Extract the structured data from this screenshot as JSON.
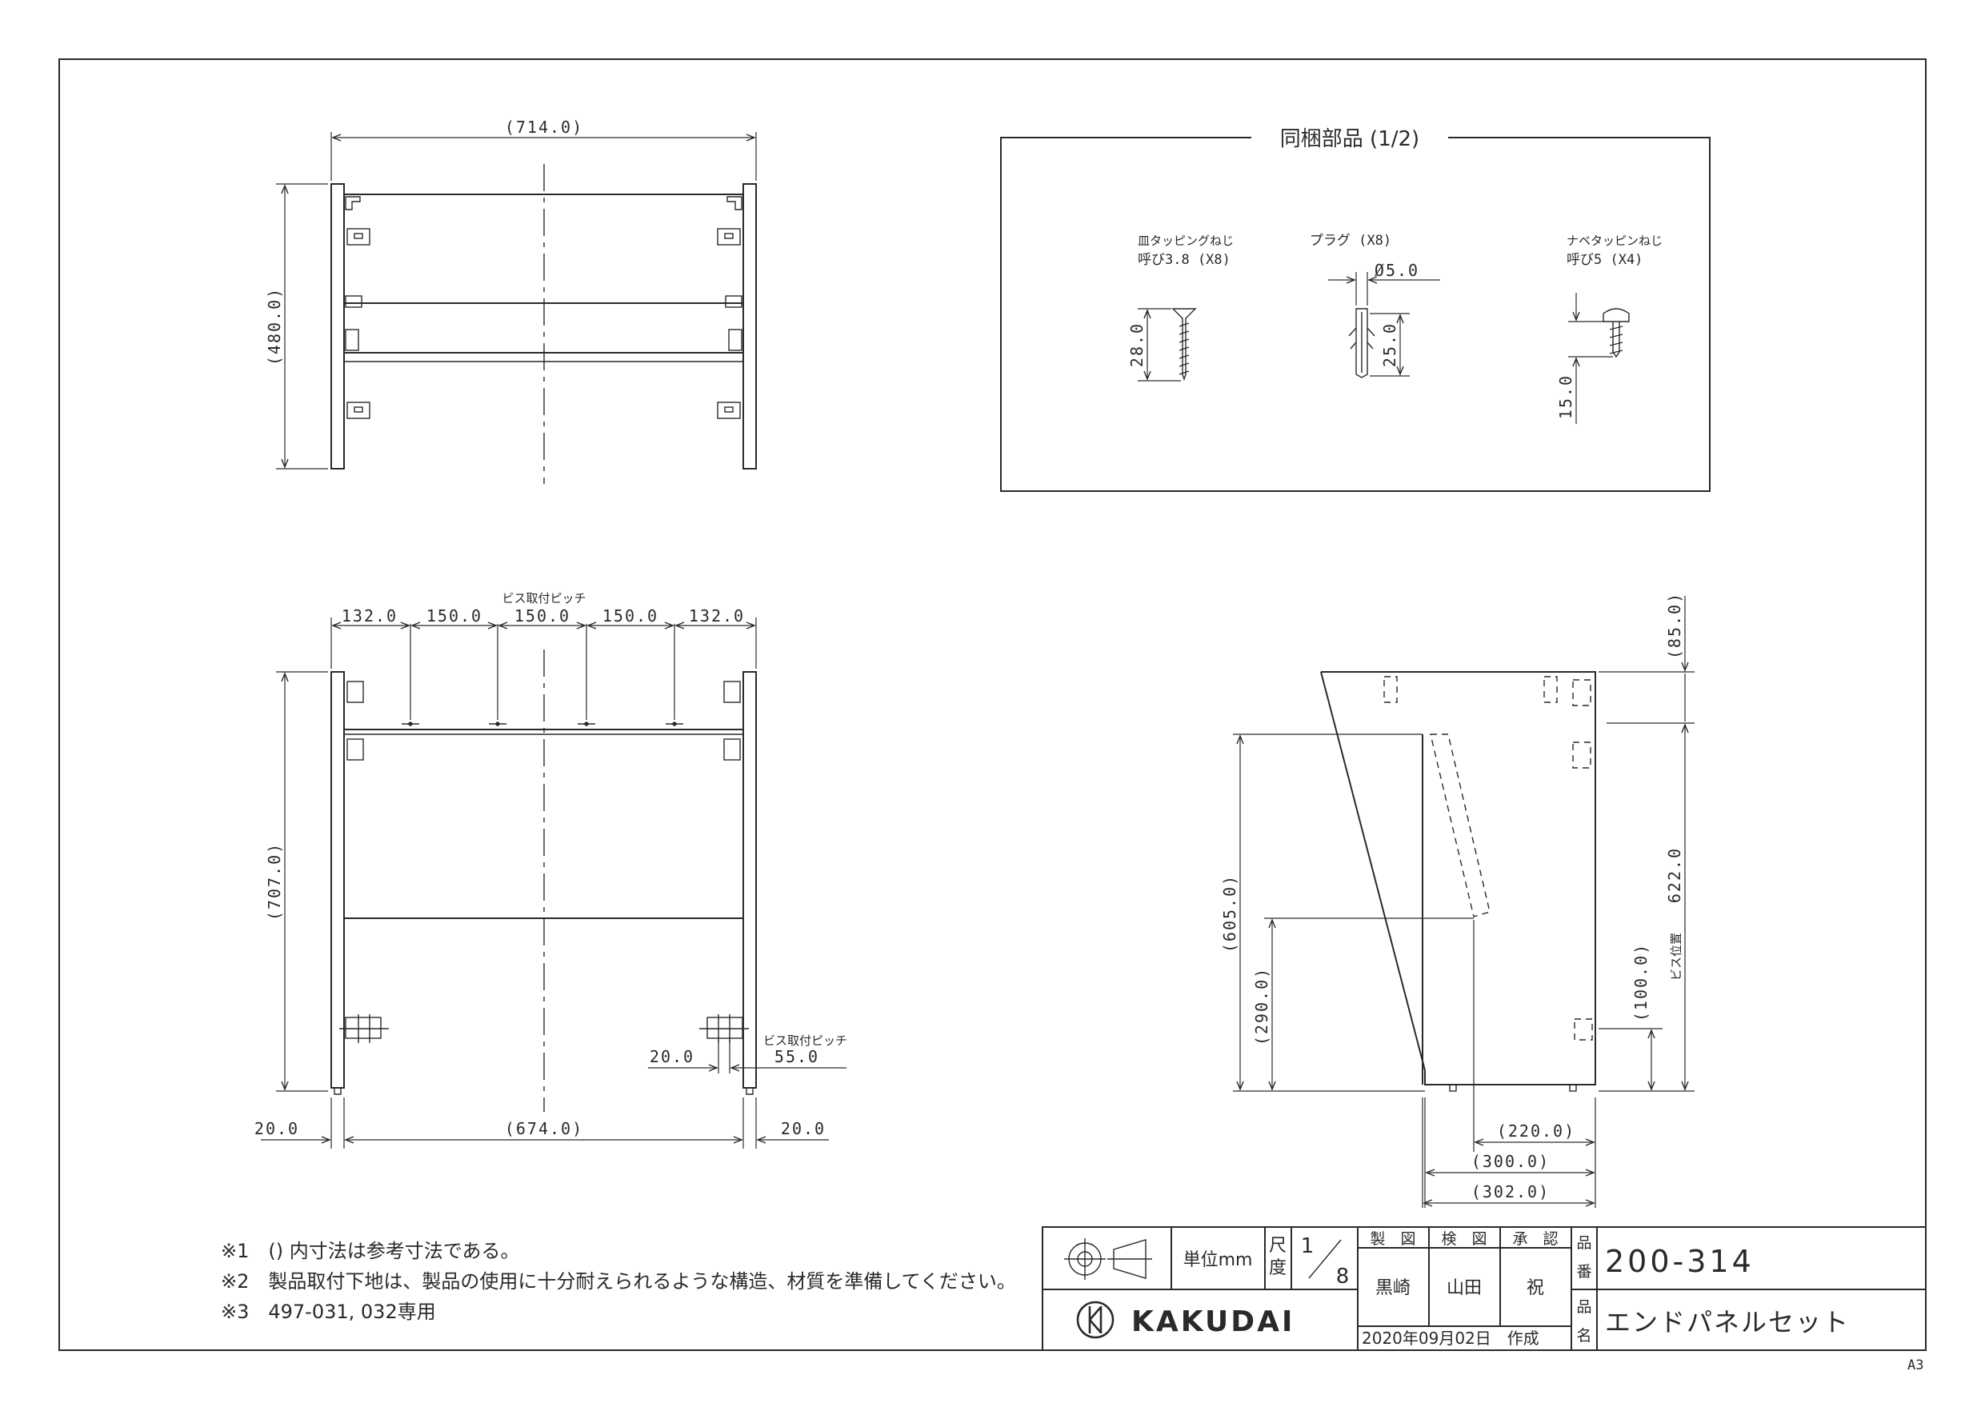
{
  "dimensions": {
    "top_width": "(714.0)",
    "top_height": "(480.0)",
    "pitch_label": "ビス取付ピッチ",
    "pitch_1": "132.0",
    "pitch_2": "150.0",
    "pitch_3": "150.0",
    "pitch_4": "150.0",
    "pitch_5": "132.0",
    "front_height": "(707.0)",
    "left_leg": "20.0",
    "inner_width": "(674.0)",
    "right_leg": "20.0",
    "foot_pitch_label": "ビス取付ピッチ",
    "foot_pitch_a": "20.0",
    "foot_pitch_b": "55.0",
    "side_605": "(605.0)",
    "side_290": "(290.0)",
    "side_85": "(85.0)",
    "side_622": "622.0",
    "side_622_label": "ビス位置",
    "side_100": "(100.0)",
    "side_220": "(220.0)",
    "side_300": "(300.0)",
    "side_302": "(302.0)"
  },
  "parts": {
    "box_title": "同梱部品 (1/2)",
    "screw1_name": "皿タッピングねじ",
    "screw1_spec": "呼び3.8 (X8)",
    "screw1_len": "28.0",
    "plug_name": "プラグ (X8)",
    "plug_dia": "Ø5.0",
    "plug_len": "25.0",
    "screw2_name": "ナベタッピンねじ",
    "screw2_spec": "呼び5 (X4)",
    "screw2_len": "15.0"
  },
  "notes": [
    "※1　() 内寸法は参考寸法である。",
    "※2　製品取付下地は、製品の使用に十分耐えられるような構造、材質を準備してください。",
    "※3　497-031, 032専用"
  ],
  "title_block": {
    "unit_label": "単位mm",
    "scale_label_1": "尺",
    "scale_label_2": "度",
    "scale_num": "1",
    "scale_den": "8",
    "made_label": "製　図",
    "check_label": "検　図",
    "approve_label": "承　認",
    "made_by": "黒崎",
    "checked_by": "山田",
    "approved_by": "祝",
    "part_no_label_1": "品",
    "part_no_label_2": "番",
    "part_no": "200-314",
    "part_name_label_1": "品",
    "part_name_label_2": "名",
    "part_name": "エンドパネルセット",
    "company": "KAKUDAI",
    "date": "2020年09月02日　作成",
    "sheet_size": "A3"
  }
}
